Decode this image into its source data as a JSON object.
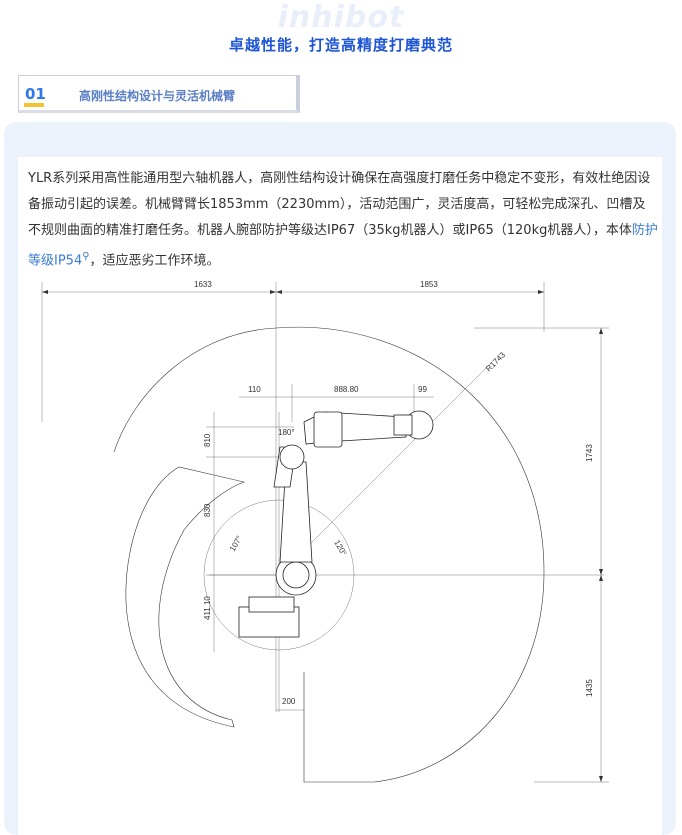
{
  "brand_watermark": "inhibot",
  "main_title": "卓越性能，打造高精度打磨典范",
  "section": {
    "number": "01",
    "label": "高刚性结构设计与灵活机械臂"
  },
  "description": {
    "text_before_link": "YLR系列采用高性能通用型六轴机器人，高刚性结构设计确保在高强度打磨任务中稳定不变形，有效杜绝因设备振动引起的误差。机械臂臂长1853mm（2230mm），活动范围广，灵活度高，可轻松完成深孔、凹槽及不规则曲面的精准打磨任务。机器人腕部防护等级达IP67（35kg机器人）或IP65（120kg机器人），本体",
    "link_text": "防护等级IP54",
    "text_after_link": "，适应恶劣工作环境。"
  },
  "diagram": {
    "dim_left_width": "1633",
    "dim_right_width": "1853",
    "dim_radius": "R1743",
    "dim_110": "110",
    "dim_888": "888.80",
    "dim_99": "99",
    "dim_180": "180°",
    "dim_810": "810",
    "dim_830": "830",
    "dim_107": "107°",
    "dim_120": "120°",
    "dim_411": "411.10",
    "dim_1743": "1743",
    "dim_200": "200",
    "dim_1435": "1435"
  },
  "colors": {
    "title_blue": "#1f56d6",
    "section_num_blue": "#2f79e8",
    "underline_yellow": "#f4c430",
    "panel_bg": "#ecf2fc",
    "link_blue": "#3a7bd5"
  }
}
